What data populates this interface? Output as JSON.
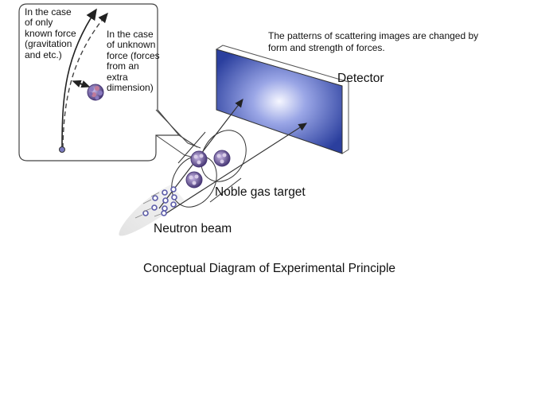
{
  "diagram": {
    "caption": "Conceptual Diagram of Experimental Principle",
    "note": "The patterns of scattering images are changed by\nform and strength of forces.",
    "labels": {
      "detector": "Detector",
      "target": "Noble gas target",
      "beam": "Neutron beam"
    },
    "callout": {
      "known_force": "In the case\nof only\nknown force\n(gravitation\nand etc.)",
      "unknown_force": "In the case\nof unknown\nforce (forces\nfrom an\nextra\ndimension)"
    },
    "colors": {
      "detector_dark": "#2b3f9e",
      "detector_light": "#f4f6ff",
      "nucleus": "#5a4a86",
      "neutron": "#6b6bb5",
      "beam_trail": "#dcdcdc",
      "line": "#333333"
    }
  }
}
